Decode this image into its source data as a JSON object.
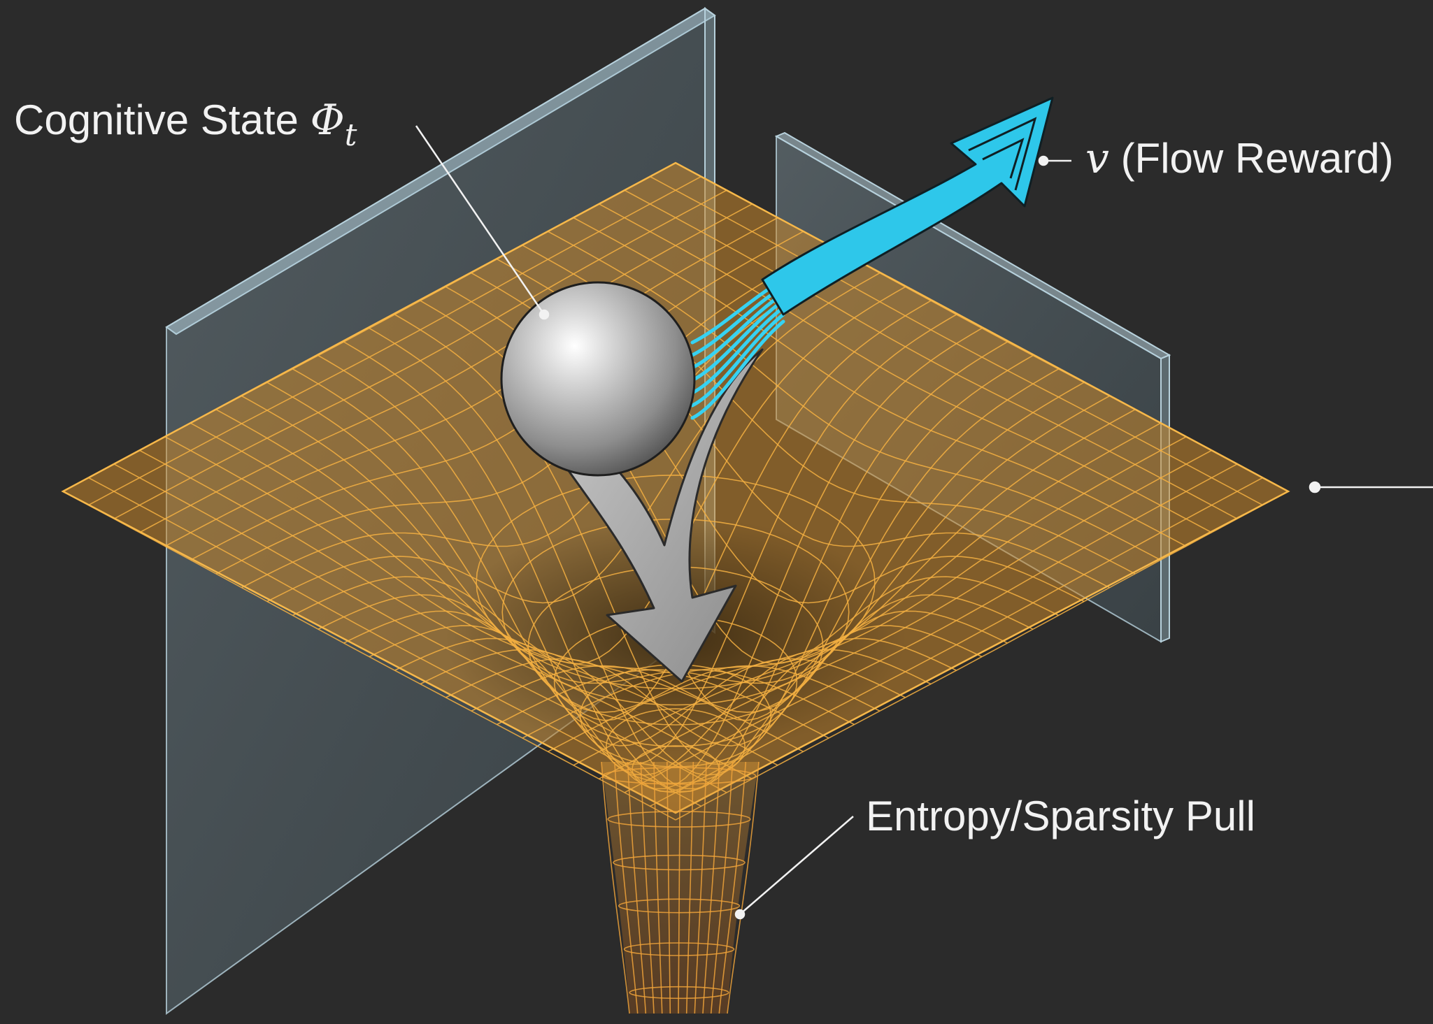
{
  "labels": {
    "cognitive_state": {
      "text": "Cognitive State ",
      "symbol": "Φ",
      "subscript": "t"
    },
    "flow_reward": {
      "symbol": "v",
      "text": " (Flow Reward)"
    },
    "entropy_pull": {
      "text": "Entropy/Sparsity Pull"
    }
  },
  "colors": {
    "background": "#2b2b2b",
    "mesh": "#f5a623",
    "mesh_fill": "#c8862a",
    "glass": "#8fb3c4",
    "flow_arrow": "#2ec7ea",
    "gray_arrow": "#a6a6a6",
    "sphere": "#bdbdbd",
    "label": "#f2f2f2"
  },
  "icons": {
    "sphere": "sphere-icon",
    "flow_arrow": "arrow-up-right-icon",
    "gray_arrow": "arrow-down-icon"
  }
}
